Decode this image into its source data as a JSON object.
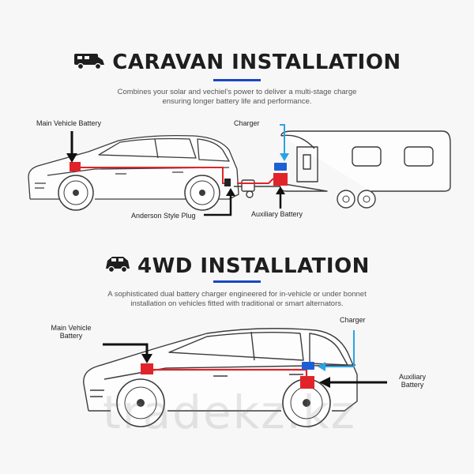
{
  "caravan": {
    "title": "CARAVAN INSTALLATION",
    "description_line1": "Combines your solar and vechiel's power to deliver a multi-stage charge",
    "description_line2": "ensuring longer battery life and performance.",
    "labels": {
      "main_battery": "Main Vehicle Battery",
      "charger": "Charger",
      "anderson_plug": "Anderson Style Plug",
      "aux_battery": "Auxiliary Battery"
    }
  },
  "fourwd": {
    "title": "4WD INSTALLATION",
    "description_line1": "A sophisticated dual battery charger engineered for in-vehicle or under bonnet",
    "description_line2": "installation on vehicles fitted with traditional or smart alternators.",
    "labels": {
      "main_battery_line1": "Main Vehicle",
      "main_battery_line2": "Battery",
      "charger": "Charger",
      "aux_battery_line1": "Auxiliary",
      "aux_battery_line2": "Battery"
    }
  },
  "watermark": "tradekz.kz",
  "icons": {
    "caravan_title": "caravan-van-icon",
    "fourwd_title": "suv-icon"
  },
  "colors": {
    "accent": "#1a47c2",
    "wire": "#e0242a",
    "battery": "#e0242a",
    "charger": "#1d5fd6",
    "charger_wire": "#2aa3e6",
    "outline": "#3c3c3c"
  }
}
